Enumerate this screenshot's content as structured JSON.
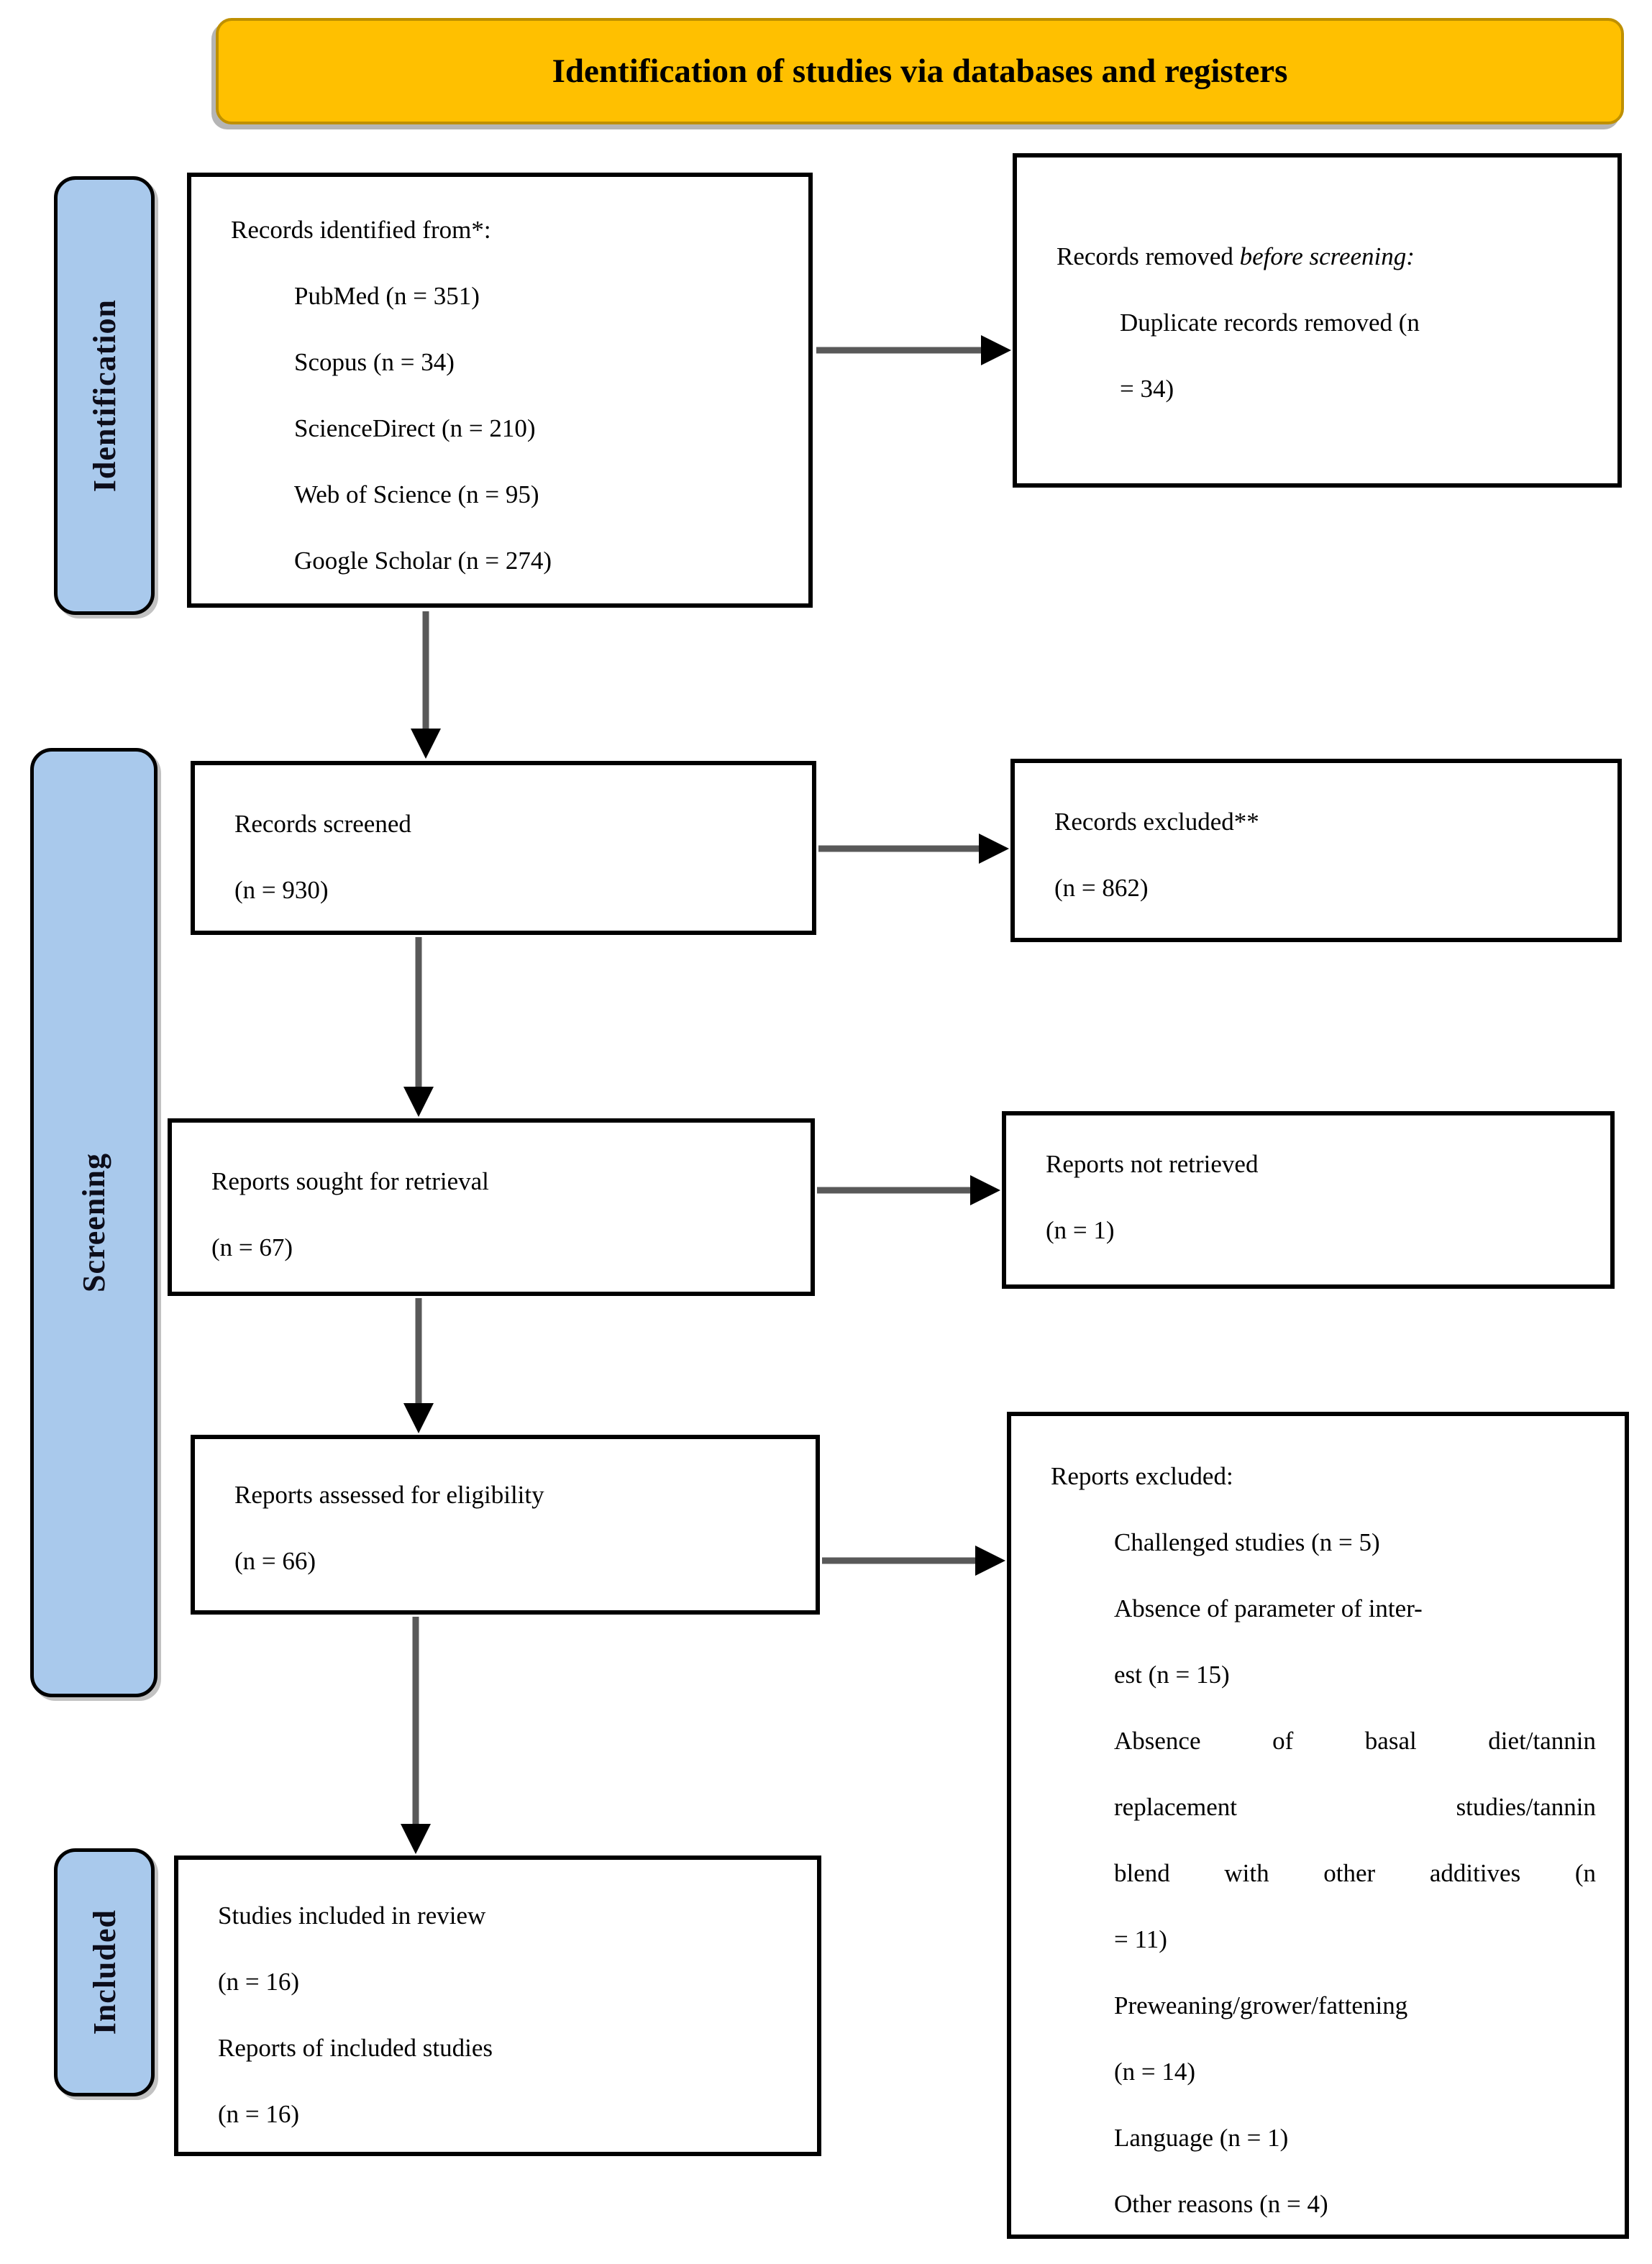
{
  "banner": {
    "title": "Identification of studies via databases and registers"
  },
  "stages": {
    "identification": "Identification",
    "screening": "Screening",
    "included": "Included"
  },
  "boxes": {
    "identified": {
      "lines": [
        "Records identified from*:",
        "PubMed (n = 351)",
        "Scopus (n = 34)",
        "ScienceDirect (n = 210)",
        "Web of Science (n = 95)",
        "Google Scholar (n = 274)"
      ]
    },
    "removed": {
      "title_prefix": "Records removed ",
      "title_italic": "before screening:",
      "lines": [
        "Duplicate records removed (n",
        "= 34)"
      ]
    },
    "screened": {
      "lines": [
        "Records screened",
        "(n = 930)"
      ]
    },
    "records_excluded": {
      "lines": [
        "Records excluded**",
        "(n = 862)"
      ]
    },
    "sought": {
      "lines": [
        "Reports sought for retrieval",
        "(n = 67)"
      ]
    },
    "not_retrieved": {
      "lines": [
        "Reports not retrieved",
        "(n = 1)"
      ]
    },
    "assessed": {
      "lines": [
        "Reports assessed for eligibility",
        "(n = 66)"
      ]
    },
    "reports_excluded": {
      "lines": [
        "Reports excluded:",
        "Challenged studies (n = 5)",
        "Absence of parameter of inter-",
        "est (n = 15)",
        "Absence of basal diet/tannin",
        "replacement studies/tannin",
        "blend with other additives (n",
        "= 11)",
        "Preweaning/grower/fattening",
        "(n = 14)",
        "Language (n = 1)",
        "Other reasons (n = 4)"
      ]
    },
    "included_studies": {
      "lines": [
        "Studies included in review",
        "(n = 16)",
        "Reports of included studies",
        "(n = 16)"
      ]
    }
  },
  "colors": {
    "banner_bg": "#FFC000",
    "banner_border": "#BF9000",
    "stage_bg": "#A9C9EC",
    "arrow_line": "#595959",
    "box_border": "#000000",
    "text_color": "#000000"
  }
}
